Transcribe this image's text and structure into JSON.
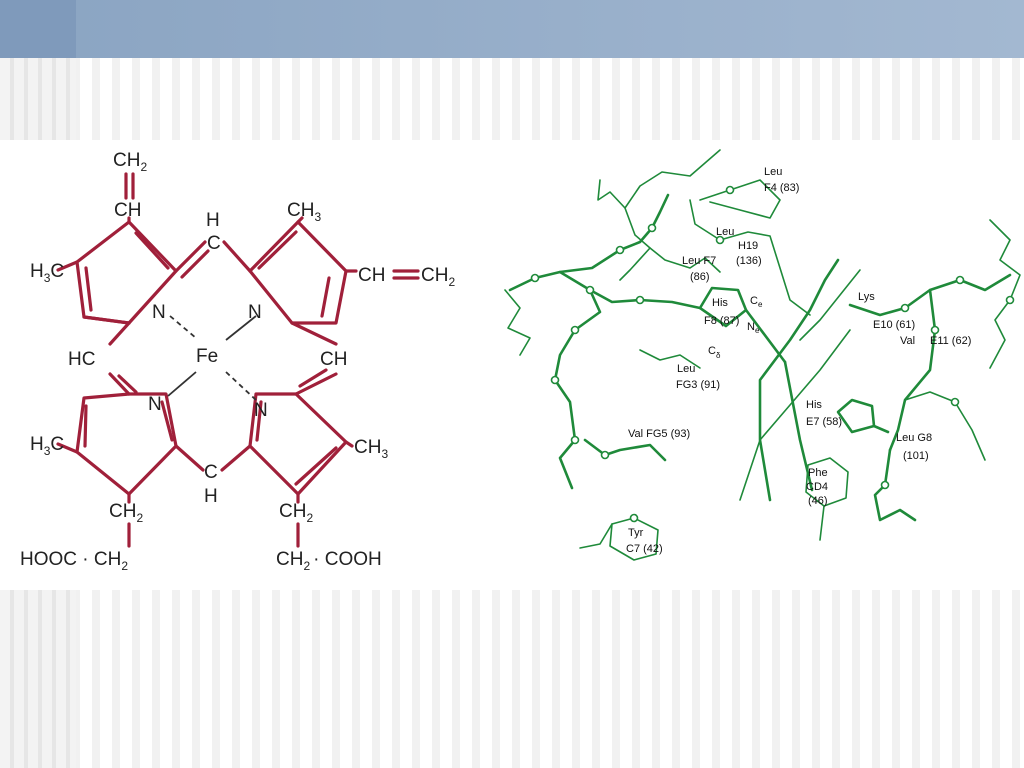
{
  "colors": {
    "heme_bonds": "#a0203a",
    "protein_bonds": "#1f8a3a",
    "header_bar": "#8aa4c2"
  },
  "heme": {
    "atoms": {
      "iron": "Fe",
      "nitrogen_top_left": "N",
      "nitrogen_top_right": "N",
      "nitrogen_bottom_left": "N",
      "nitrogen_bottom_right": "N"
    },
    "substituents": {
      "vinyl_top_terminal": "CH",
      "vinyl_top_terminal_sub": "2",
      "vinyl_top_ch": "CH",
      "meso_top_h": "H",
      "meso_top_c": "C",
      "methyl_top_right": "CH",
      "methyl_top_right_sub": "3",
      "methyl_left_top": "H",
      "methyl_left_top_sub": "3",
      "methyl_left_top_c": "C",
      "vinyl_right": "CH",
      "vinyl_right_terminal": "CH",
      "vinyl_right_terminal_sub": "2",
      "meso_left": "HC",
      "meso_right": "CH",
      "methyl_left_bottom": "H",
      "methyl_left_bottom_sub": "3",
      "methyl_left_bottom_c": "C",
      "methyl_right_bottom": "CH",
      "methyl_right_bottom_sub": "3",
      "meso_bottom_c": "C",
      "meso_bottom_h": "H",
      "propionate_left_ch2": "CH",
      "propionate_left_ch2_sub": "2",
      "propionate_left_acid": "HOOC · CH",
      "propionate_left_acid_sub": "2",
      "propionate_right_ch2": "CH",
      "propionate_right_ch2_sub": "2",
      "propionate_right_ch2_b": "CH",
      "propionate_right_ch2_b_sub": "2",
      "propionate_right_acid": "· COOH"
    }
  },
  "protein": {
    "residues": [
      {
        "name": "Leu",
        "position": "F4 (83)"
      },
      {
        "name": "Leu",
        "position": "H19",
        "number": "(136)"
      },
      {
        "name": "Leu F7",
        "number": "(86)"
      },
      {
        "name": "His",
        "position": "F8 (87)"
      },
      {
        "name": "Lys",
        "position": "E10 (61)"
      },
      {
        "name": "Val",
        "position": "E11 (62)"
      },
      {
        "name": "Leu",
        "position": "FG3 (91)"
      },
      {
        "name": "His",
        "position": "E7 (58)"
      },
      {
        "name": "Val FG5 (93)"
      },
      {
        "name": "Leu G8",
        "number": "(101)"
      },
      {
        "name": "Phe",
        "position": "CD4",
        "number": "(46)"
      },
      {
        "name": "Tyr",
        "position": "C7 (42)"
      }
    ],
    "ring_atoms": {
      "c_epsilon": "C",
      "c_epsilon_sub": "e",
      "n_epsilon": "N",
      "n_epsilon_sub": "e",
      "c_delta": "C",
      "c_delta_sub": "δ"
    }
  }
}
